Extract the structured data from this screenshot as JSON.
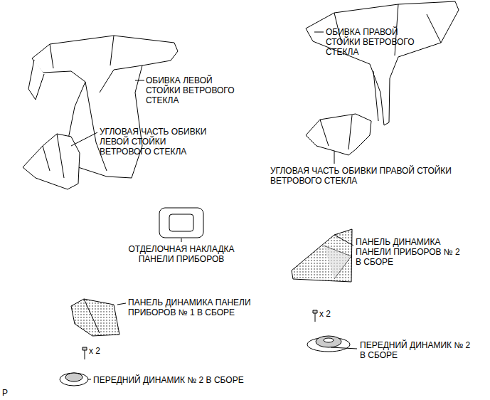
{
  "diagram": {
    "labels": [
      "ОБИВКА ПРАВОЙ СТОЙКИ ВЕТРОВОГО СТЕКЛА",
      "ОБИВКА ЛЕВОЙ СТОЙКИ ВЕТРОВОГО СТЕКЛА",
      "УГЛОВАЯ ЧАСТЬ ОБИВКИ ЛЕВОЙ СТОЙКИ ВЕТРОВОГО СТЕКЛА",
      "УГЛОВАЯ ЧАСТЬ ОБИВКИ ПРАВОЙ СТОЙКИ ВЕТРОВОГО СТЕКЛА",
      "ОТДЕЛОЧНАЯ НАКЛАДКА ПАНЕЛИ ПРИБОРОВ",
      "ПАНЕЛЬ ДИНАМИКА ПАНЕЛИ ПРИБОРОВ № 2 В СБОРЕ",
      "ПАНЕЛЬ ДИНАМИКА ПАНЕЛИ ПРИБОРОВ № 1 В СБОРЕ",
      "x 2",
      "ПЕРЕДНИЙ ДИНАМИК № 2 В СБОРЕ",
      "x 2",
      "ПЕРЕДНИЙ ДИНАМИК № 2 В СБОРЕ",
      "P"
    ]
  }
}
